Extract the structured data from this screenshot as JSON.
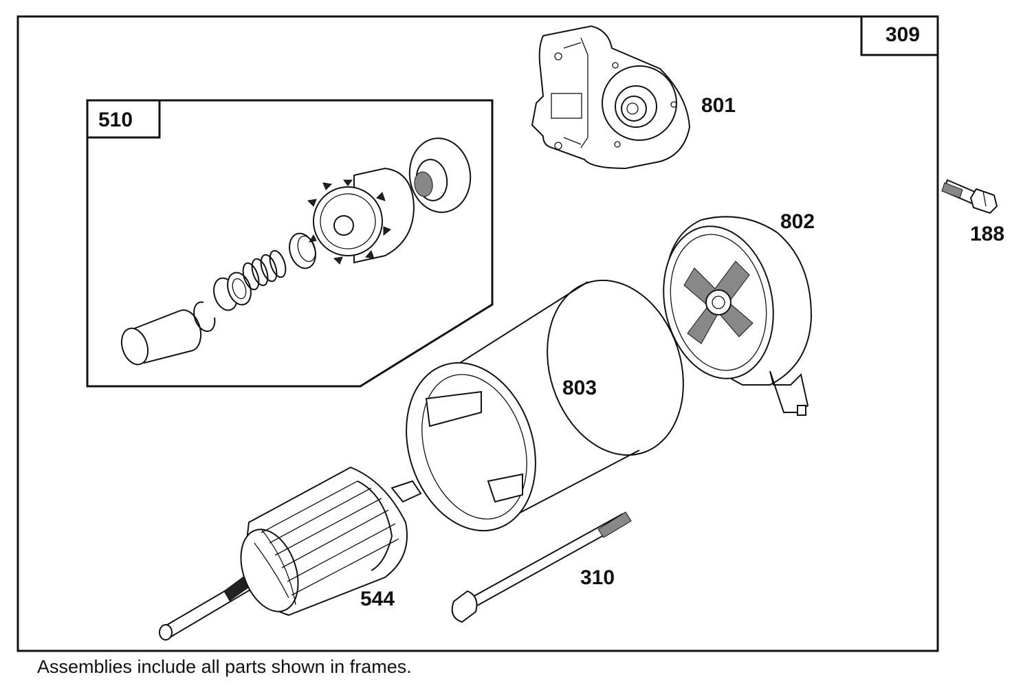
{
  "frame": {
    "label": "309"
  },
  "sub_frame": {
    "label": "510"
  },
  "parts": [
    {
      "id": "bracket",
      "label": "801"
    },
    {
      "id": "end-cap",
      "label": "802"
    },
    {
      "id": "housing",
      "label": "803"
    },
    {
      "id": "armature",
      "label": "544"
    },
    {
      "id": "through-bolt",
      "label": "310"
    },
    {
      "id": "bolt",
      "label": "188"
    }
  ],
  "footer": {
    "note": "Assemblies include all parts shown in frames."
  }
}
